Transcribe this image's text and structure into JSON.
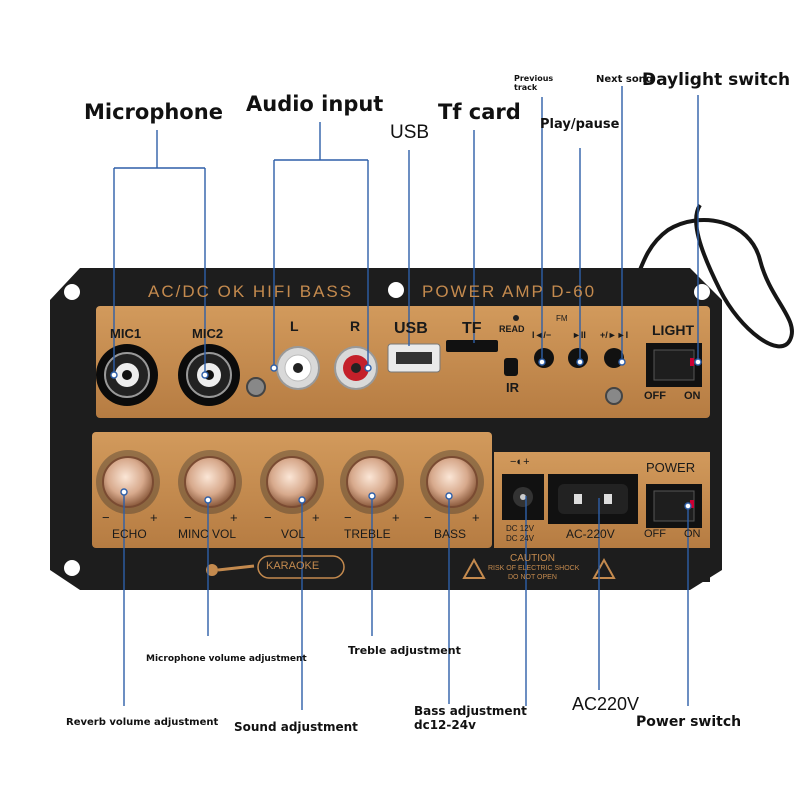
{
  "board": {
    "header_left": "AC/DC OK HIFI BASS",
    "header_right": "POWER AMP D-60",
    "mic1": "MIC1",
    "mic2": "MIC2",
    "left": "L",
    "right": "R",
    "usb": "USB",
    "tf": "TF",
    "read": "READ",
    "fm": "FM",
    "ir": "IR",
    "prev_btn": "I◄/−",
    "play_btn": "►II",
    "next_btn": "+/►►I",
    "light": "LIGHT",
    "light_off": "OFF",
    "light_on": "ON",
    "power": "POWER",
    "power_off": "OFF",
    "power_on": "ON",
    "dc_symbol": "−◐+",
    "dc_label_1": "DC 12V",
    "dc_label_2": "DC 24V",
    "ac_label": "AC-220V",
    "knobs": [
      {
        "label": "ECHO"
      },
      {
        "label": "MINC VOL"
      },
      {
        "label": "VOL"
      },
      {
        "label": "TREBLE"
      },
      {
        "label": "BASS"
      }
    ],
    "minus": "−",
    "plus": "+",
    "karaoke": "KARAOKE",
    "caution_title": "CAUTION",
    "caution_line1": "RISK OF ELECTRIC SHOCK",
    "caution_line2": "DO NOT OPEN"
  },
  "callouts": {
    "microphone": "Microphone",
    "audio_input": "Audio input",
    "usb": "USB",
    "tf_card": "Tf card",
    "previous_track": "Previous track",
    "next_song": "Next song",
    "daylight_switch": "Daylight switch",
    "play_pause": "Play/pause",
    "mic_volume": "Microphone volume adjustment",
    "treble": "Treble adjustment",
    "reverb": "Reverb volume adjustment",
    "sound": "Sound adjustment",
    "bass_line1": "Bass adjustment",
    "bass_line2": "dc12-24v",
    "ac220": "AC220V",
    "power_switch": "Power switch"
  },
  "colors": {
    "plate": "#1d1d1d",
    "panel": "#c48a4e",
    "panel_dark": "#a8723c",
    "leader": "#2e5fa8"
  }
}
